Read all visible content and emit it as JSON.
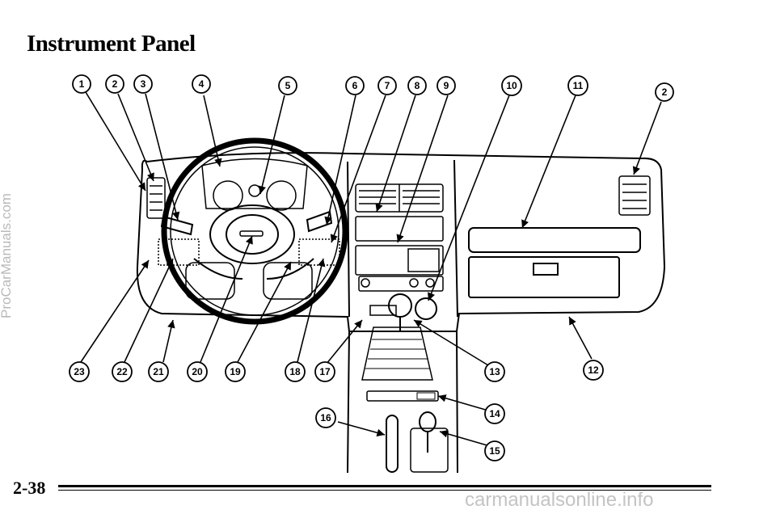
{
  "page": {
    "title": "Instrument Panel",
    "page_number": "2-38"
  },
  "watermarks": {
    "side": "ProCarManuals.com",
    "footer": "carmanualsonline.info"
  },
  "callouts": {
    "c1": "1",
    "c2": "2",
    "c3": "3",
    "c4": "4",
    "c5": "5",
    "c6": "6",
    "c7": "7",
    "c8": "8",
    "c9": "9",
    "c10": "10",
    "c11": "11",
    "c2b": "2",
    "c12": "12",
    "c13": "13",
    "c14": "14",
    "c15": "15",
    "c16": "16",
    "c17": "17",
    "c18": "18",
    "c19": "19",
    "c20": "20",
    "c21": "21",
    "c22": "22",
    "c23": "23"
  }
}
